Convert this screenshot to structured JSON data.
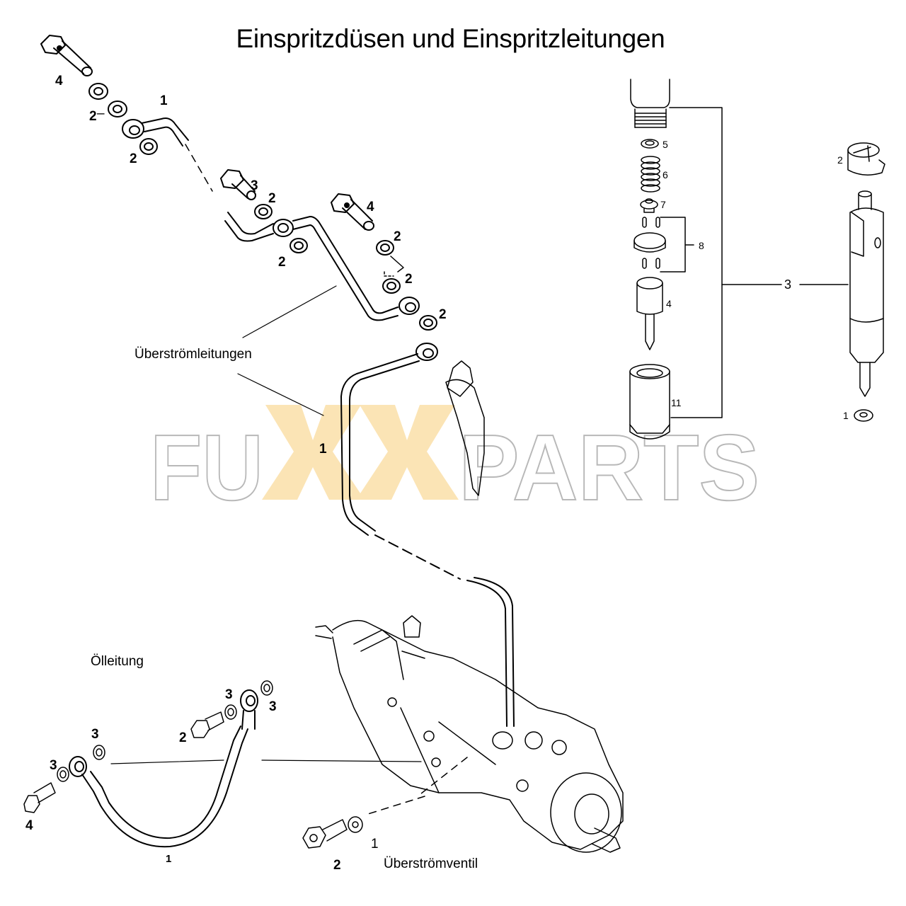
{
  "title": "Einspritzdüsen und Einspritzleitungen",
  "sections": {
    "overflow_lines": {
      "label": "Überströmleitungen"
    },
    "oil_line": {
      "label": "Ölleitung"
    },
    "overflow_valve": {
      "label": "Überströmventil"
    }
  },
  "watermark": {
    "prefix": "FU",
    "middle": "XX",
    "suffix": "PARTS",
    "colors": {
      "outline": "#b8b8b8",
      "accent": "#fbe4b5"
    }
  },
  "callouts": {
    "top_left": [
      "4",
      "2",
      "1",
      "2",
      "3",
      "2",
      "2",
      "4",
      "2",
      "2",
      "2"
    ],
    "nozzle_exploded": [
      "5",
      "6",
      "7",
      "8",
      "4",
      "11",
      "3"
    ],
    "injector": [
      "2",
      "1"
    ],
    "overflow_line_center": "1",
    "oil_line": [
      "3",
      "3",
      "2",
      "3",
      "3",
      "4",
      "1"
    ],
    "overflow_valve": [
      "2",
      "1"
    ]
  },
  "labels": {
    "c4a": "4",
    "c2a": "2",
    "c2b": "2",
    "c1a": "1",
    "c2c": "2",
    "c3a": "3",
    "c2d": "2",
    "c2e": "2",
    "c4b": "4",
    "c2f": "2",
    "c2g": "2",
    "c2h": "2",
    "n5": "5",
    "n6": "6",
    "n7": "7",
    "n8": "8",
    "n4": "4",
    "n11": "11",
    "n3": "3",
    "i2": "2",
    "i1": "1",
    "center1": "1",
    "o3a": "3",
    "o3b": "3",
    "o2": "2",
    "o3c": "3",
    "o3d": "3",
    "o4": "4",
    "o1": "1",
    "v2": "2",
    "v1": "1"
  }
}
